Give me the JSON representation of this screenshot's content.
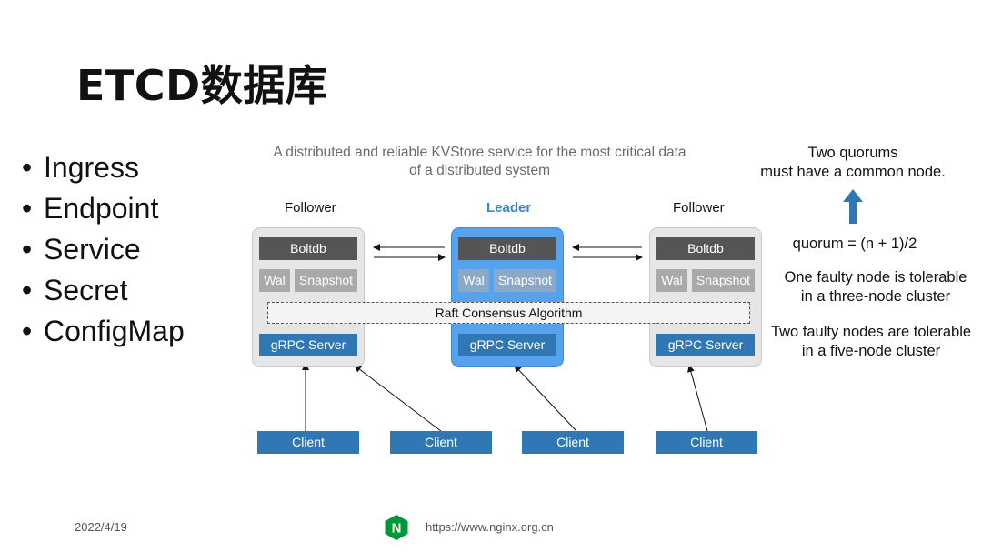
{
  "slide": {
    "title": "ETCD数据库",
    "bullets": [
      "Ingress",
      "Endpoint",
      "Service",
      "Secret",
      "ConfigMap"
    ],
    "bullet_glyph": "•"
  },
  "diagram": {
    "subtitle_line1": "A distributed and reliable KVStore service for the most critical data",
    "subtitle_line2": "of a distributed system",
    "nodes": [
      {
        "role": "Follower",
        "boltdb": "Boltdb",
        "wal": "Wal",
        "snapshot": "Snapshot",
        "grpc": "gRPC Server"
      },
      {
        "role": "Leader",
        "boltdb": "Boltdb",
        "wal": "Wal",
        "snapshot": "Snapshot",
        "grpc": "gRPC Server"
      },
      {
        "role": "Follower",
        "boltdb": "Boltdb",
        "wal": "Wal",
        "snapshot": "Snapshot",
        "grpc": "gRPC Server"
      }
    ],
    "raft_label": "Raft Consensus Algorithm",
    "clients": [
      "Client",
      "Client",
      "Client",
      "Client"
    ],
    "colors": {
      "leader_fill": "#57a2ec",
      "follower_fill": "#e6e6e6",
      "dark_box": "#555555",
      "blue_box": "#2f78b4"
    }
  },
  "notes": {
    "quorum_line1": "Two quorums",
    "quorum_line2": "must have a common node.",
    "formula": "quorum = (n + 1)/2",
    "three_line1": "One faulty node is tolerable",
    "three_line2": "in a three-node cluster",
    "five_line1": "Two faulty nodes are tolerable",
    "five_line2": "in a five-node cluster",
    "arrow_icon": "up-arrow-icon"
  },
  "footer": {
    "date": "2022/4/19",
    "logo_letter": "N",
    "url": "https://www.nginx.org.cn"
  }
}
